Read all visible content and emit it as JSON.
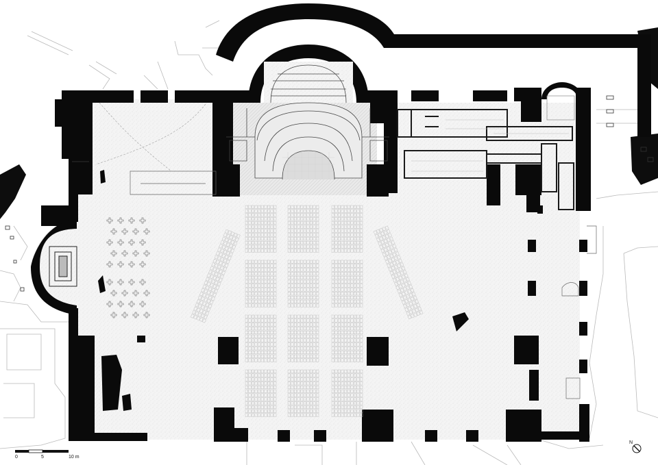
{
  "scale_bar": {
    "labels": [
      "0",
      "5",
      "10 m"
    ]
  },
  "north_arrow": {
    "label": "N"
  },
  "colors": {
    "wall": "#0a0a0a",
    "floor": "#f3f3f3",
    "context_line": "#b5b5b5",
    "seat": "#cfcfcf",
    "stone": "#1a1a1a"
  },
  "icons": {
    "north": "north-arrow-icon"
  }
}
